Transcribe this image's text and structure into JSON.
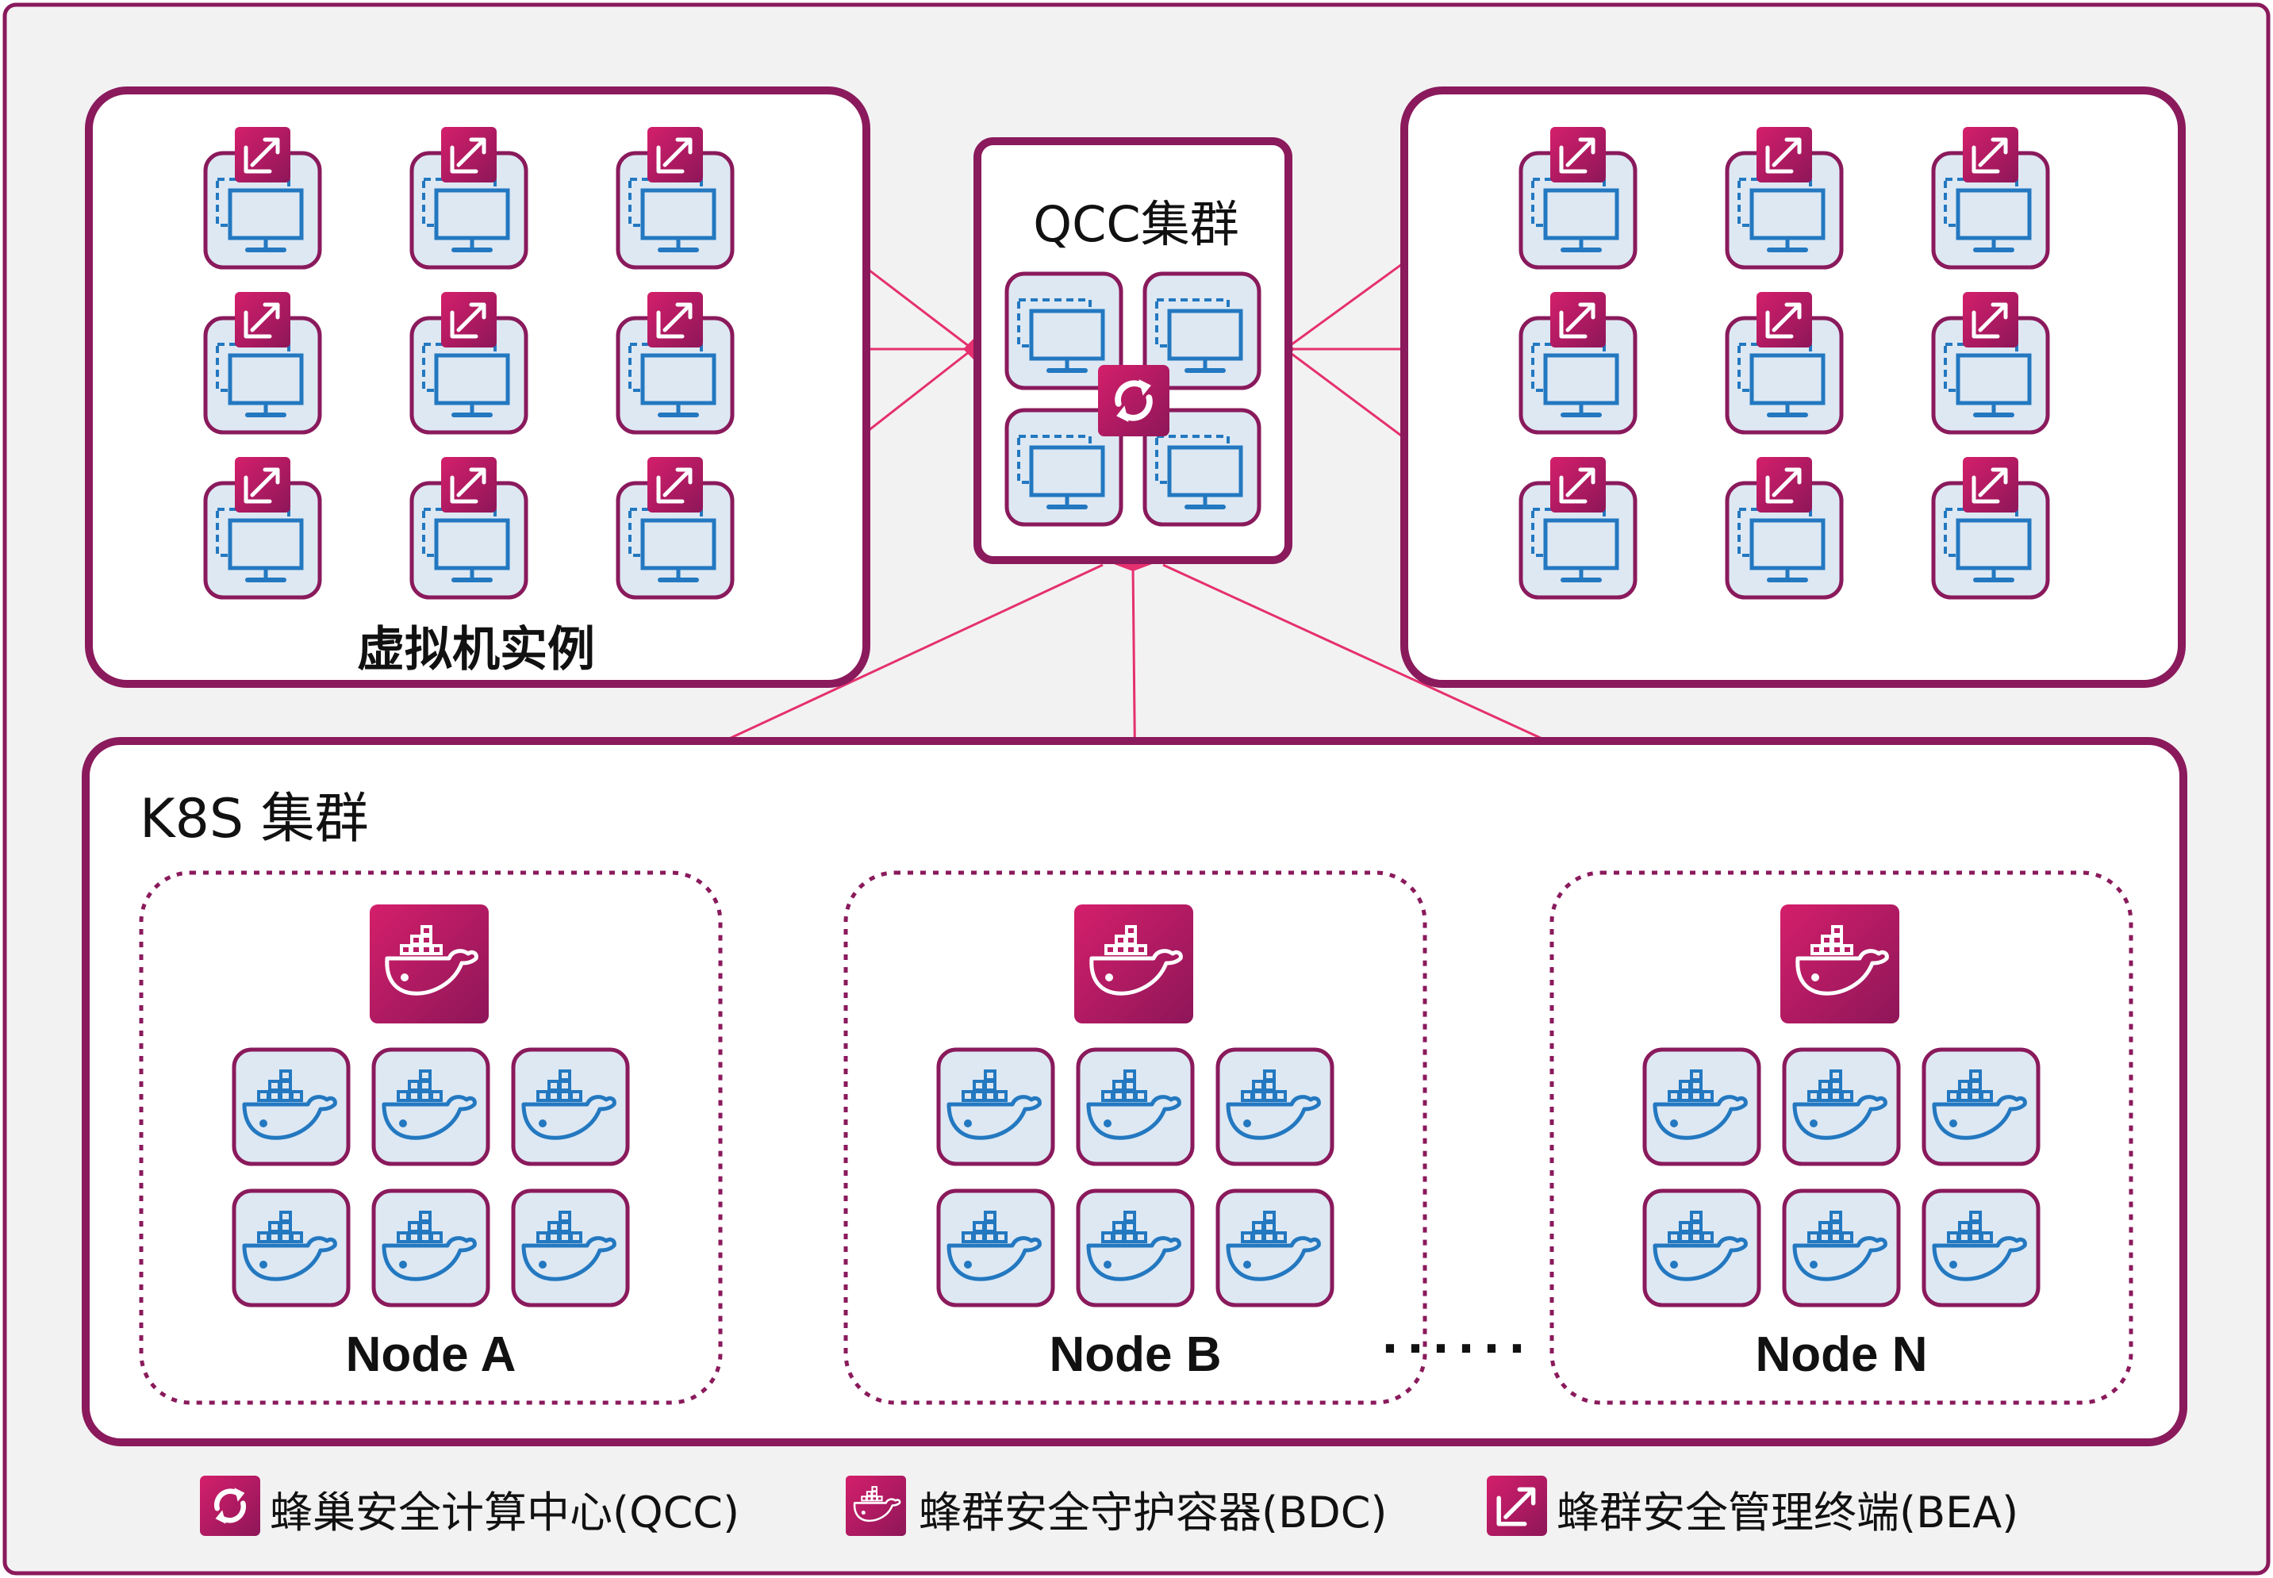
{
  "qcc_cluster": {
    "label": "QCC集群"
  },
  "vm_group": {
    "label": "虚拟机实例"
  },
  "k8s_cluster": {
    "label": "K8S 集群",
    "nodes": [
      {
        "label": "Node A"
      },
      {
        "label": "Node B"
      },
      {
        "label": "Node N"
      }
    ],
    "ellipsis": "......"
  },
  "legend": [
    {
      "icon": "sync-icon",
      "label": "蜂巢安全计算中心(QCC)"
    },
    {
      "icon": "docker-whale-icon",
      "label": "蜂群安全守护容器(BDC)"
    },
    {
      "icon": "external-link-icon",
      "label": "蜂群安全管理终端(BEA)"
    }
  ],
  "colors": {
    "frame": "#8a1a5c",
    "accent": "#e5306f",
    "icon_bg": "#c81e6a",
    "tile_fill": "#dde8f3",
    "blue": "#2378c0",
    "page_bg": "#f2f2f2"
  }
}
